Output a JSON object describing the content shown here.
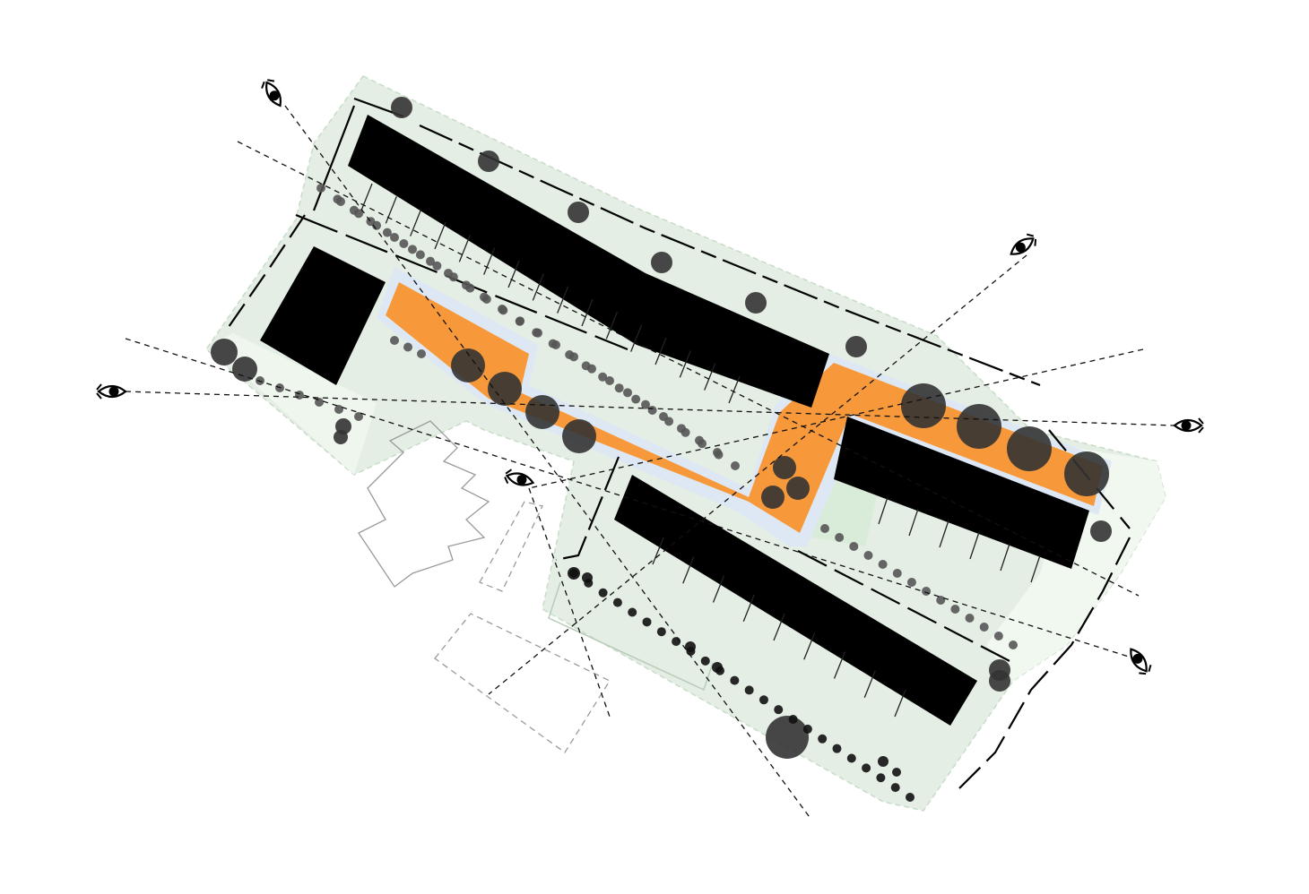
{
  "diagram": {
    "kind": "urban site plan with sightlines",
    "colors": {
      "background": "#ffffff",
      "site_ground": "#e3ede3",
      "site_ground_light": "#eef6ee",
      "path_outline": "#dde8f4",
      "path_fill": "#f7993b",
      "building": "#000000",
      "tree_large": "#333333",
      "tree_small": "#555555",
      "tree_dark": "#111111",
      "sightline": "#111111",
      "neighbor_outline": "#9a9a9a"
    },
    "elements": {
      "buildings": 4,
      "viewpoints": 6,
      "tree_rows": 5
    },
    "icons": [
      "eye-icon"
    ]
  }
}
